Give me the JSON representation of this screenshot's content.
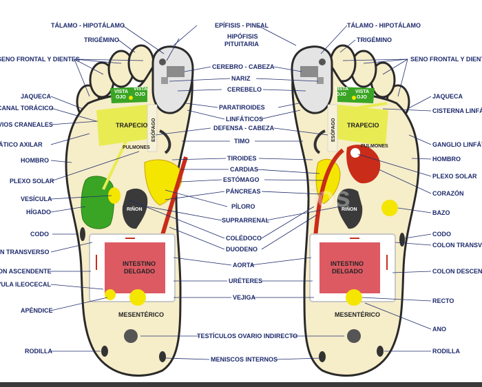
{
  "watermark": "Consejos",
  "labels": {
    "talamo_l": "TÁLAMO - HIPOTÁLAMO",
    "trigemino_l": "TRIGÉMINO",
    "seno_l": "SENO FRONTAL Y DIENTES",
    "jaqueca_l": "JAQUECA",
    "canal_l": "CANAL TORÁCICO",
    "nervios_l": "NERVIOS CRANEALES",
    "linfatico_l": "LINFÁTICO AXILAR",
    "hombro_l": "HOMBRO",
    "plexo_l": "PLEXO SOLAR",
    "vesicula_l": "VESÍCULA",
    "higado_l": "HÍGADO",
    "codo_l": "CODO",
    "colontrans_l": "COLON TRANSVERSO",
    "colonasc_l": "COLON ASCENDENTE",
    "valvula_l": "VÁLVULA ILEOCECAL",
    "apendice_l": "APÉNDICE",
    "rodilla_l": "RODILLA",
    "epifisis_c": "EPÍFISIS - PINEAL",
    "hipofisis_c": "HIPÓFISIS",
    "pituitaria_c": "PITUITARIA",
    "cerebro_c": "CEREBRO - CABEZA",
    "nariz_c": "NARIZ",
    "cerebelo_c": "CEREBELO",
    "paratiroides_c": "PARATIROIDES",
    "linfaticos_c": "LINFÁTICOS",
    "defensa_c": "DEFENSA - CABEZA",
    "timo_c": "TIMO",
    "tiroides_c": "TIROIDES",
    "cardias_c": "CARDIAS",
    "estomago_c": "ESTÓMAGO",
    "pancreas_c": "PÁNCREAS",
    "piloro_c": "PÍLORO",
    "suprarrenal_c": "SUPRARRENAL",
    "coledoco_c": "COLÉDOCO",
    "duodeno_c": "DUODENO",
    "aorta_c": "AORTA",
    "ureteres_c": "URÉTERES",
    "vejiga_c": "VEJIGA",
    "testiculos_c": "TESTÍCULOS OVARIO INDIRECTO",
    "meniscos_c": "MENISCOS INTERNOS",
    "talamo_r": "TÁLAMO - HIPOTÁLAMO",
    "trigemino_r": "TRIGÉMINO",
    "seno_r": "SENO FRONTAL Y DIENTES",
    "jaqueca_r": "JAQUECA",
    "cisterna_r": "CISTERNA LINFÁTICA",
    "ganglio_r": "GANGLIO LINFÁTICO",
    "hombro_r": "HOMBRO",
    "plexo_r": "PLEXO SOLAR",
    "corazon_r": "CORAZÓN",
    "bazo_r": "BAZO",
    "codo_r": "CODO",
    "colontrans_r": "COLON TRANSVERSO",
    "colondesc_r": "COLON DESCENDENTE",
    "recto_r": "RECTO",
    "ano_r": "ANO",
    "rodilla_r": "RODILLA"
  },
  "inner": {
    "vista_l": "VISTA",
    "ojo_l": "OJO",
    "vista_l2": "VISTA",
    "ojo_l2": "OJO",
    "trapecio_l": "TRAPECIO",
    "esofago_l": "ESÓFAGO",
    "pulmones_l": "PULMONES",
    "rinon_l": "RIÑON",
    "intestino_l": "INTESTINO",
    "delgado_l": "DELGADO",
    "mesenterico_l": "MESENTÉRICO",
    "vista_r": "VISTA",
    "ojo_r": "OJO",
    "vista_r2": "VISTA",
    "ojo_r2": "OJO",
    "trapecio_r": "TRAPECIO",
    "esofago_r": "ESÓFAGO",
    "pulmones_r": "PULMONES",
    "rinon_r": "RIÑON",
    "intestino_r": "INTESTINO",
    "delgado_r": "DELGADO",
    "mesenterico_r": "MESENTÉRICO"
  },
  "colors": {
    "foot_fill": "#f6edc9",
    "foot_stroke": "#2a2a2a",
    "green": "#3aa524",
    "yellow": "#e8ec52",
    "bright_yellow": "#f4e600",
    "intestine": "#dd5a63",
    "red": "#c92c19",
    "label_text": "#1d2a6b",
    "dark": "#333333"
  }
}
